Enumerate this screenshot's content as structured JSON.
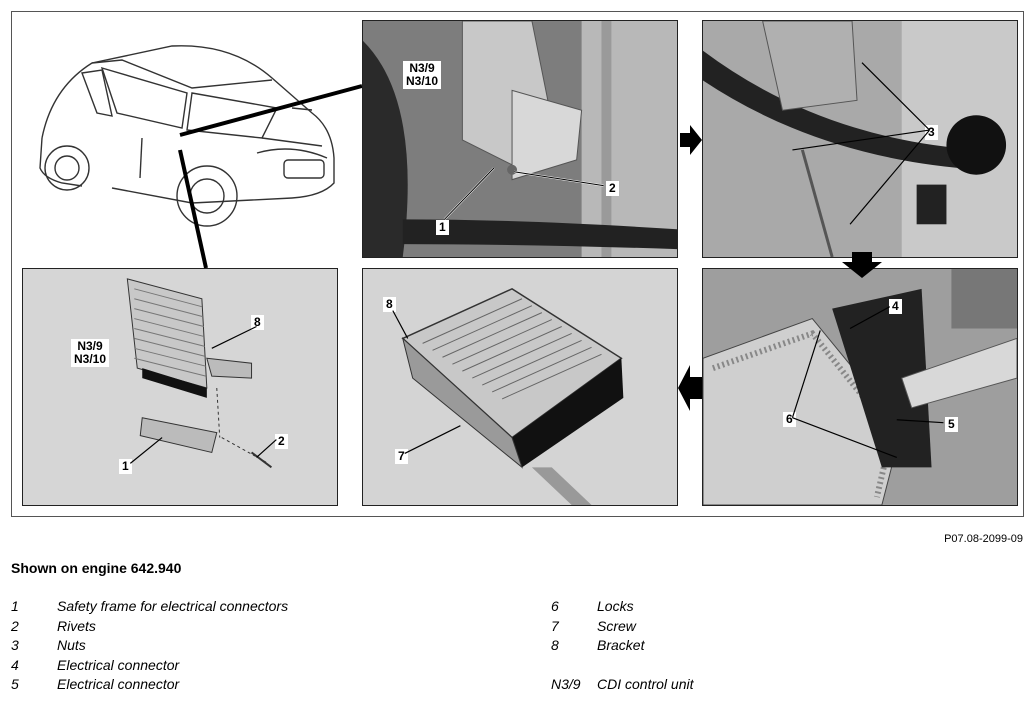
{
  "figure_code": "P07.08-2099-09",
  "caption": "Shown on engine 642.940",
  "callouts": {
    "p1_n39": "N3/9",
    "p1_n310": "N3/10",
    "p1_1": "1",
    "p1_2": "2",
    "p2_3": "3",
    "p3_4": "4",
    "p3_5": "5",
    "p3_6": "6",
    "p4_8": "8",
    "p4_7": "7",
    "p5_n39": "N3/9",
    "p5_n310": "N3/10",
    "p5_8": "8",
    "p5_1": "1",
    "p5_2": "2"
  },
  "legend_left": [
    {
      "num": "1",
      "text": "Safety frame for electrical connectors"
    },
    {
      "num": "2",
      "text": "Rivets"
    },
    {
      "num": "3",
      "text": "Nuts"
    },
    {
      "num": "4",
      "text": "Electrical connector"
    },
    {
      "num": "5",
      "text": "Electrical connector"
    }
  ],
  "legend_right": [
    {
      "num": "6",
      "text": "Locks"
    },
    {
      "num": "7",
      "text": "Screw"
    },
    {
      "num": "8",
      "text": "Bracket"
    },
    {
      "num": "",
      "text": ""
    },
    {
      "num": "N3/9",
      "text": "CDI control unit"
    }
  ]
}
